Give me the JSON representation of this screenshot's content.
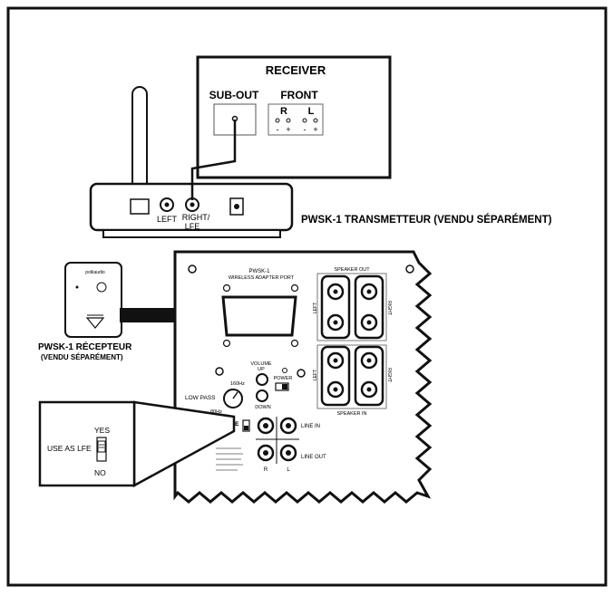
{
  "receiver": {
    "title": "RECEIVER",
    "sub_out": "SUB-OUT",
    "front": "FRONT",
    "ch_r": "R",
    "ch_l": "L",
    "plus": "+",
    "minus": "-"
  },
  "transmitter": {
    "left": "LEFT",
    "right": "RIGHT/",
    "lfe": "LFE",
    "caption": "PWSK-1 TRANSMETTEUR (VENDU SÉPARÉMENT)"
  },
  "receiver_module": {
    "brand": "polkaudio",
    "caption_line1": "PWSK-1 RÉCEPTEUR",
    "caption_line2": "(VENDU SÉPARÉMENT)"
  },
  "sub_panel": {
    "port_title": "PWSK-1",
    "port_subtitle": "WIRELESS ADAPTER PORT",
    "speaker_out": "SPEAKER OUT",
    "speaker_in": "SPEAKER IN",
    "left": "LEFT",
    "right": "RIGHT",
    "volume_up": "VOLUME",
    "up": "UP",
    "down": "DOWN",
    "power": "POWER",
    "low_pass": "LOW PASS",
    "hz_160": "160Hz",
    "hz_80": "80Hz",
    "use_lfe": "USE LFE",
    "line_in": "LINE IN",
    "line_out": "LINE OUT",
    "ch_r": "R",
    "ch_l": "L"
  },
  "inset": {
    "yes": "YES",
    "use_as_lfe": "USE AS LFE",
    "no": "NO"
  },
  "colors": {
    "ink": "#111111",
    "paper": "#ffffff"
  }
}
